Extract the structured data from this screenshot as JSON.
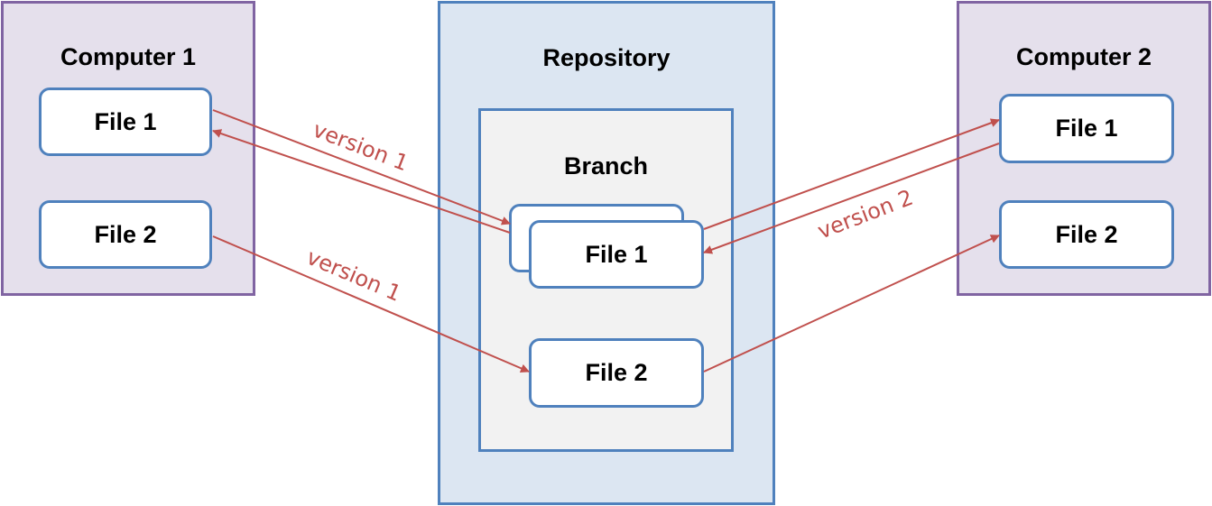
{
  "computer1": {
    "title": "Computer 1",
    "files": [
      "File 1",
      "File 2"
    ]
  },
  "repository": {
    "title": "Repository",
    "branch": {
      "title": "Branch",
      "files": [
        "File 1",
        "File 2"
      ]
    }
  },
  "computer2": {
    "title": "Computer 2",
    "files": [
      "File 1",
      "File 2"
    ]
  },
  "arrow_labels": {
    "c1_file1_push": "version 1",
    "c1_file2_push": "version 1",
    "c2_file1_push": "version 2"
  },
  "colors": {
    "computer_fill": "#e5e0ec",
    "computer_border": "#8064a2",
    "repository_fill": "#dce6f2",
    "branch_fill": "#f2f2f2",
    "box_border": "#4f81bd",
    "arrow": "#c0504d"
  }
}
